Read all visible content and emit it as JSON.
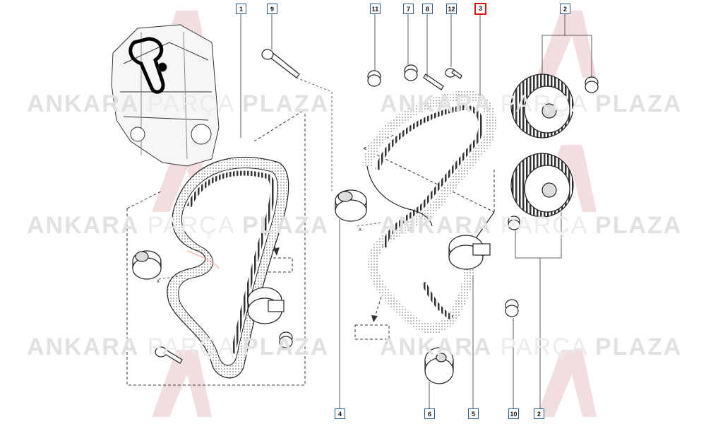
{
  "watermark": {
    "part1": "ANKARA",
    "part2": "PARÇA",
    "part3": "PLAZA"
  },
  "callouts": {
    "c1": "1",
    "c9": "9",
    "c11": "11",
    "c7": "7",
    "c8": "8",
    "c12": "12",
    "c3": "3",
    "c2_top": "2",
    "c4": "4",
    "c6": "6",
    "c5": "5",
    "c10": "10",
    "c2_bottom": "2"
  },
  "selected_callout": "3",
  "colors": {
    "selected_border": "#e01010",
    "callout_border": "#2a5d8a",
    "watermark": "#e1e1e1",
    "logo": "#f2dede"
  }
}
